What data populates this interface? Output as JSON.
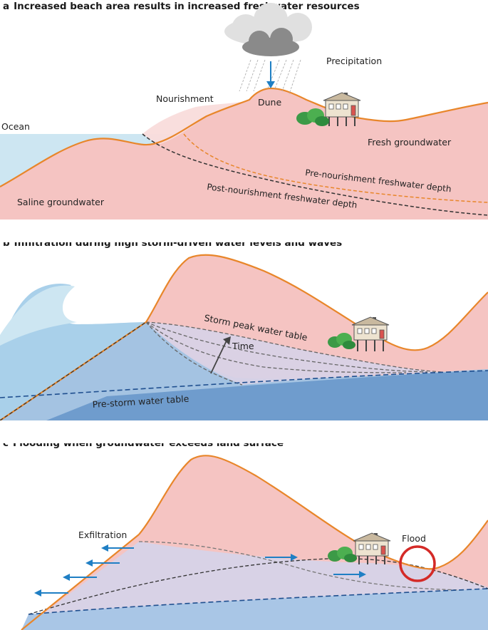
{
  "panel_a": {
    "letter": "a",
    "title": "Increased beach area results in increased freshwater resources",
    "labels": {
      "precipitation": "Precipitation",
      "nourishment": "Nourishment",
      "dune": "Dune",
      "ocean": "Ocean",
      "fresh_groundwater": "Fresh groundwater",
      "saline_groundwater": "Saline groundwater",
      "pre_depth": "Pre-nourishment freshwater depth",
      "post_depth": "Post-nourishment freshwater depth"
    }
  },
  "panel_b": {
    "letter": "b",
    "title": "Infiltration during high storm-driven water levels and waves",
    "labels": {
      "storm_peak": "Storm peak water table",
      "time": "Time",
      "pre_storm": "Pre-storm water table"
    }
  },
  "panel_c": {
    "letter": "c",
    "title": "Flooding when groundwater exceeds land surface",
    "labels": {
      "exfiltration": "Exfiltration",
      "flood": "Flood"
    }
  },
  "colors": {
    "land": "#f5c4c2",
    "land_outline": "#e8862a",
    "ocean": "#cde6f2",
    "water_table": "#1f4f8f",
    "arrow_blue": "#1f7fc4",
    "flood_ring": "#d42a27",
    "vegetation": "#4caf50"
  }
}
